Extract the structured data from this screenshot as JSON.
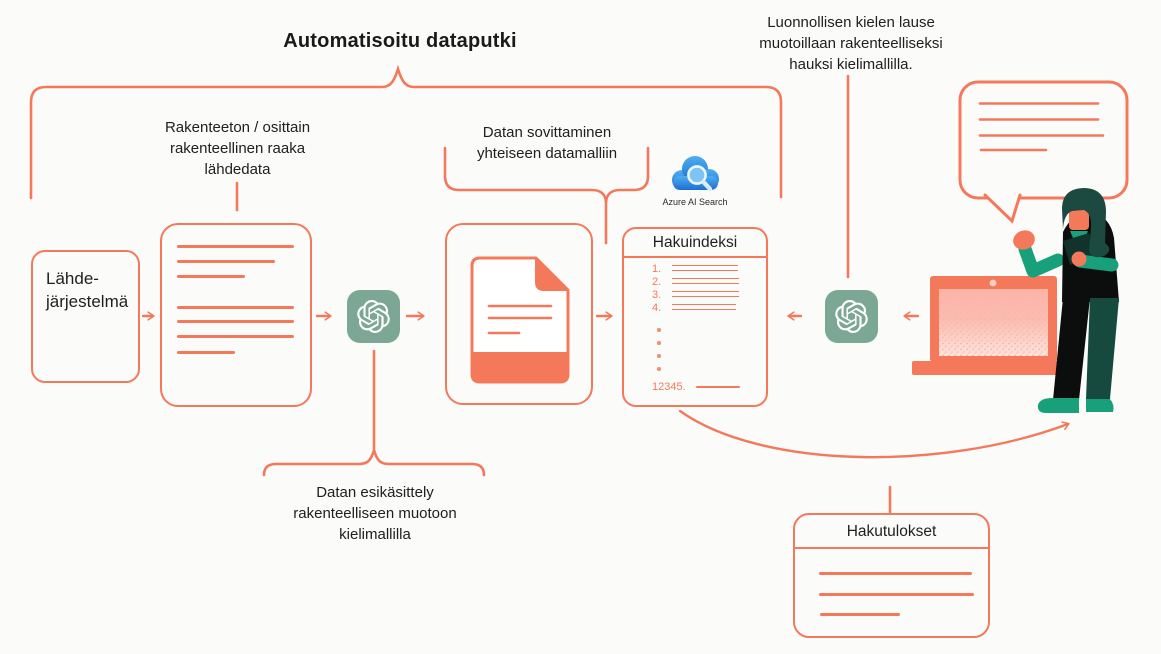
{
  "colors": {
    "accent": "#F4795B",
    "ink": "#1A1A1A",
    "openai_green": "#7BA794",
    "azure_blue": "#2E86E0",
    "person_hair_teal": "#1C4A40",
    "person_green": "#18A07B"
  },
  "title": "Automatisoitu dataputki",
  "annotations": {
    "raw_source_lines": [
      "Rakenteeton / osittain",
      "rakenteellinen raaka",
      "lähdedata"
    ],
    "data_mapping_lines": [
      "Datan sovittaminen",
      "yhteiseen datamalliin"
    ],
    "preprocessing_lines": [
      "Datan esikäsittely",
      "rakenteelliseen muotoon",
      "kielimallilla"
    ],
    "nl_query_lines": [
      "Luonnollisen kielen lause",
      "muotoillaan rakenteelliseksi",
      "hauksi kielimallilla."
    ]
  },
  "nodes": {
    "source_system_lines": [
      "Lähde-",
      "järjestelmä"
    ],
    "azure_search_label": "Azure AI Search",
    "search_index": {
      "title": "Hakuindeksi",
      "row_numbers": [
        "1.",
        "2.",
        "3.",
        "4."
      ],
      "footer_number": "12345."
    },
    "search_results": {
      "title": "Hakutulokset"
    }
  }
}
